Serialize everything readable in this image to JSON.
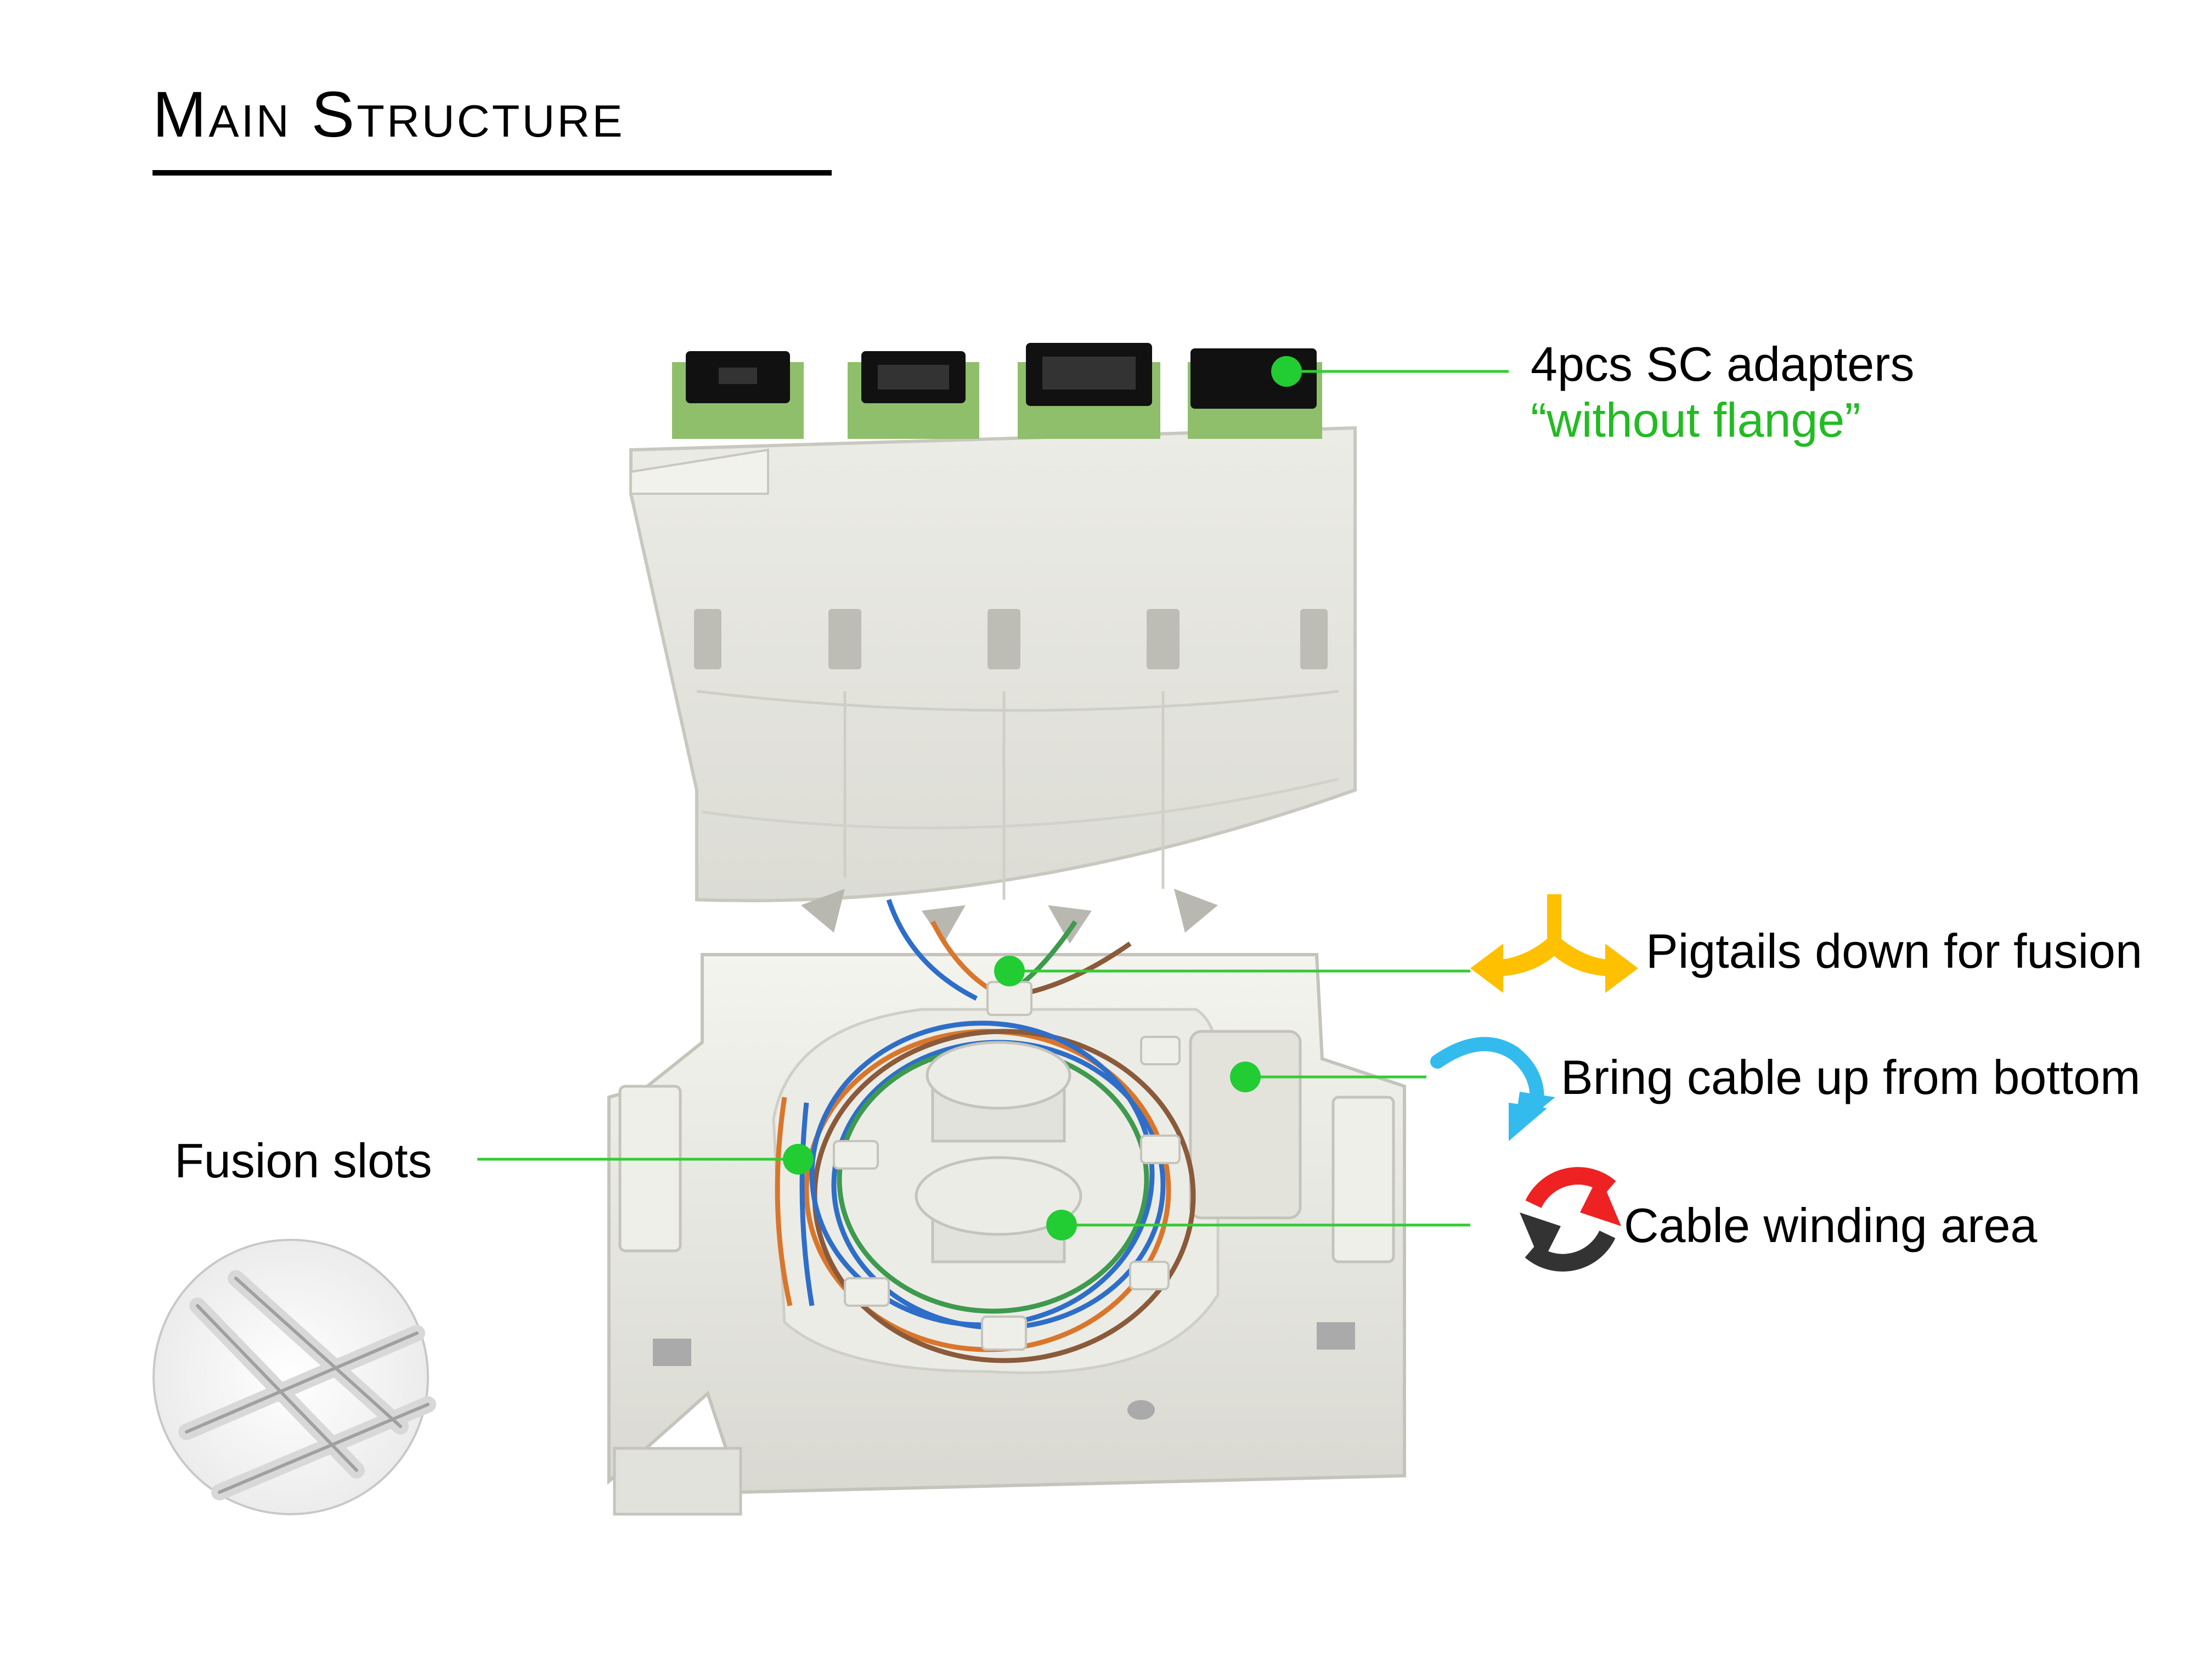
{
  "title": "Main Structure",
  "colors": {
    "leader": "#33cc33",
    "green_text": "#22bb22",
    "adapter_green": "#8fbf6a",
    "housing": "#e8e8e2",
    "arrow_yellow": "#ffc000",
    "arrow_blue": "#33bbee",
    "arrow_red": "#ee2222",
    "arrow_dark": "#333333"
  },
  "labels": {
    "adapters_line1": "4pcs SC adapters",
    "adapters_line2": "“without flange”",
    "pigtails": "Pigtails down for fusion",
    "bring_cable": "Bring cable up from bottom",
    "winding": "Cable winding area",
    "fusion": "Fusion slots"
  },
  "icons": [
    "yellow-split-arrow-icon",
    "blue-curved-arrow-icon",
    "red-black-cycle-icon"
  ]
}
